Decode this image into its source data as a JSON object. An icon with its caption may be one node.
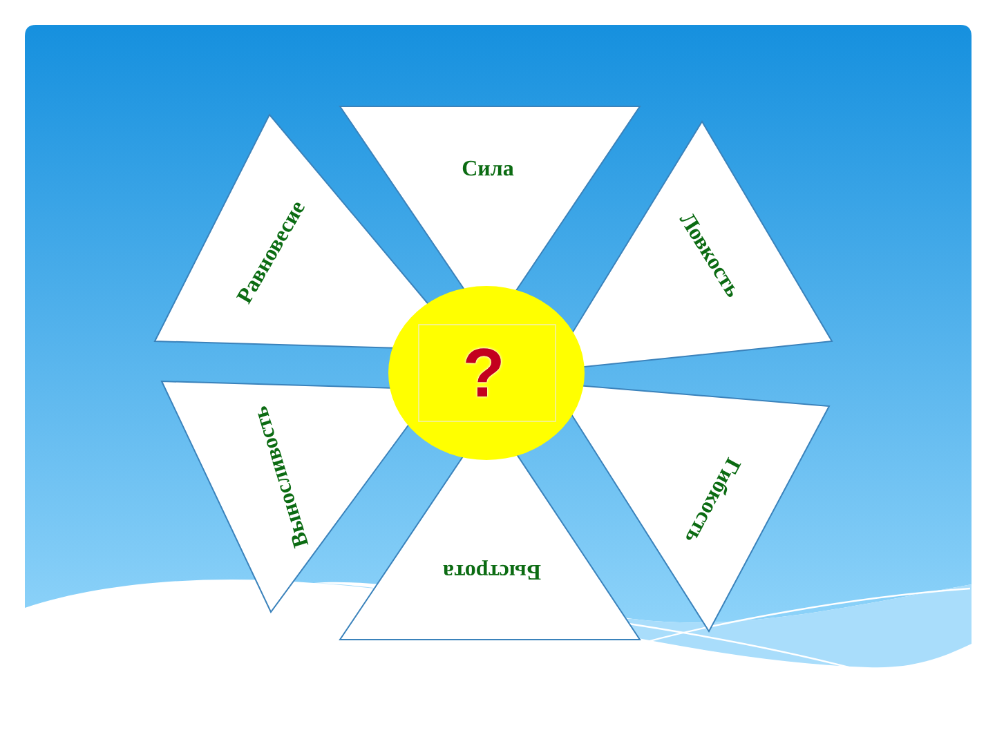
{
  "diagram": {
    "nodes": [
      {
        "text": [
          "Сила"
        ]
      },
      {
        "text": [
          "Равновесие"
        ]
      },
      {
        "text": [
          "Ловкость"
        ]
      },
      {
        "text": [
          "?"
        ]
      },
      {
        "text": [
          "Выносливость"
        ]
      },
      {
        "text": [
          "Гибкость"
        ]
      },
      {
        "text": [
          "Быстрота"
        ]
      }
    ]
  }
}
